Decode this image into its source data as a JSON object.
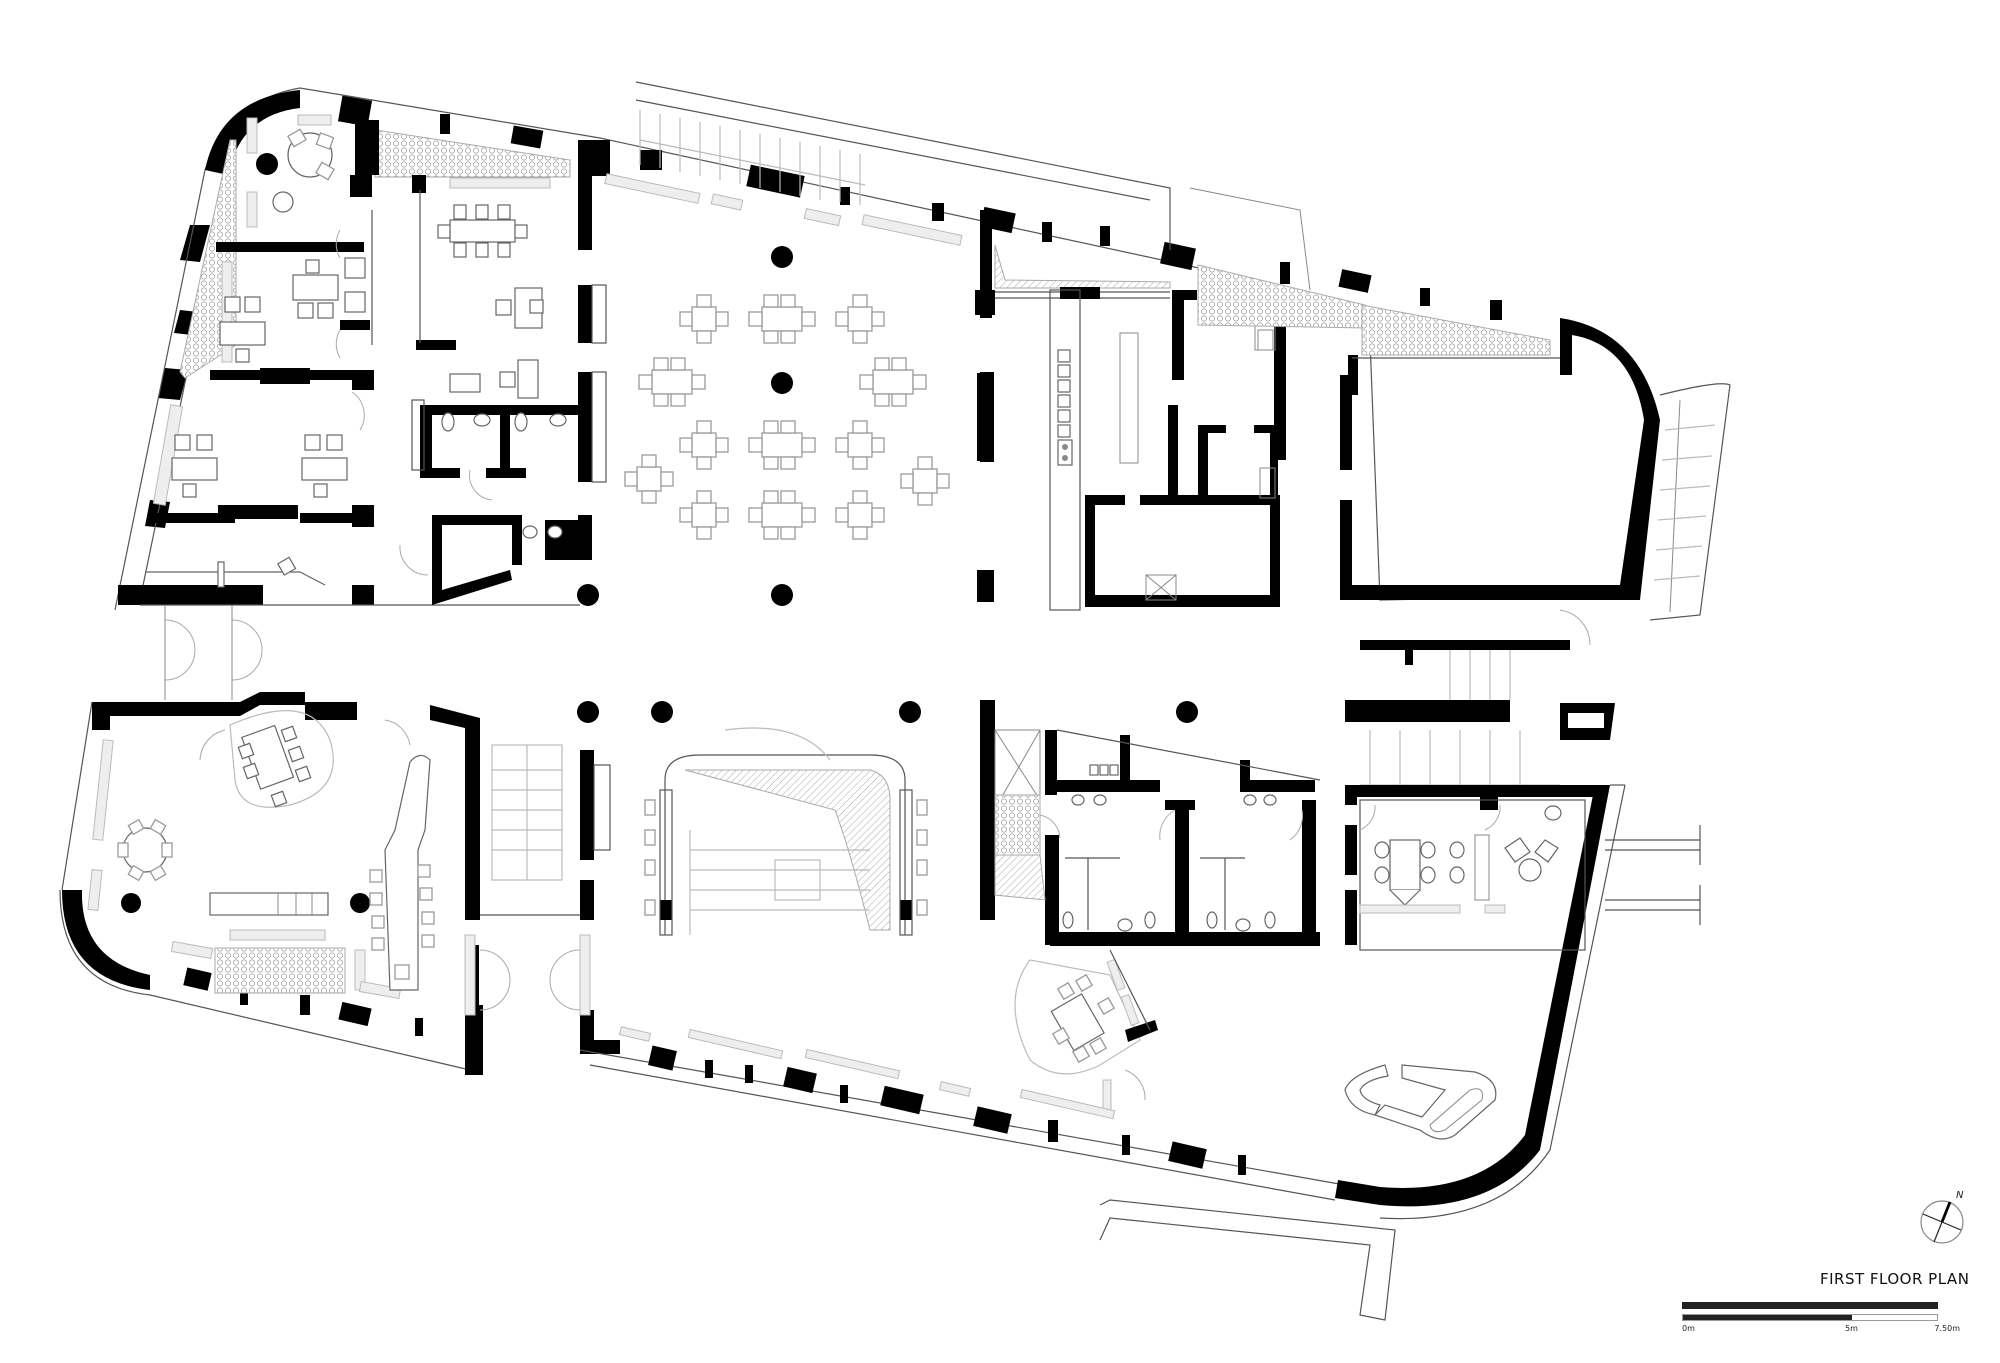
{
  "drawing": {
    "type": "architectural floor plan",
    "title": "FIRST FLOOR PLAN",
    "background_color": "#ffffff",
    "wall_color": "#000000",
    "line_color": "#555555",
    "furniture_color": "#9a9a9a"
  },
  "legend": {
    "north_label": "N",
    "title": "FIRST FLOOR PLAN",
    "compass_icon": "north-arrow-icon"
  },
  "scale_bar": {
    "labels": [
      "0m",
      "5m",
      "7.50m"
    ],
    "label_0": "0m",
    "label_5": "5m",
    "label_750": "7.50m",
    "total_length_m": 7.5,
    "split_at_m": 5
  },
  "spaces": [
    {
      "id": "lounge-nw",
      "description": "corner lounge with round table and chairs"
    },
    {
      "id": "office-w1",
      "description": "small office with desk and chairs"
    },
    {
      "id": "meeting-room-n",
      "description": "meeting room with 8-seat table"
    },
    {
      "id": "office-w2",
      "description": "office with two desks"
    },
    {
      "id": "reception",
      "description": "reception desk"
    },
    {
      "id": "wc-block-w",
      "description": "toilets and washbasins"
    },
    {
      "id": "dining-hall",
      "description": "dining hall with 14 tables and 4 columns"
    },
    {
      "id": "kitchen",
      "description": "kitchen with cooker line and island"
    },
    {
      "id": "service-rooms",
      "description": "storage and service rooms"
    },
    {
      "id": "hall-ne",
      "description": "large curved hall"
    },
    {
      "id": "external-stair-ne",
      "description": "curved external stair"
    },
    {
      "id": "corridor-e",
      "description": "corridor with stairs"
    },
    {
      "id": "workspace-sw",
      "description": "open workspace with meeting table, round table and bench desk"
    },
    {
      "id": "stair-core",
      "description": "main stair core"
    },
    {
      "id": "atrium-stair",
      "description": "central atrium stair with slide"
    },
    {
      "id": "wc-block-e",
      "description": "male and female toilets with lift"
    },
    {
      "id": "meeting-pod",
      "description": "small meeting pod"
    },
    {
      "id": "meeting-room-se",
      "description": "meeting room with lounge chairs"
    },
    {
      "id": "lounge-se",
      "description": "lounge with curved sofas"
    }
  ],
  "counts": {
    "dining_tables": 14,
    "columns_visible": 12
  }
}
